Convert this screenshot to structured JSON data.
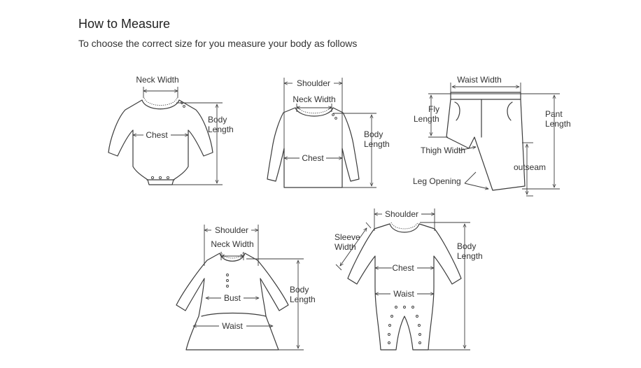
{
  "header": {
    "title": "How to Measure",
    "subtitle": "To choose the correct size for you measure your body as follows"
  },
  "bodysuit": {
    "neck_width": "Neck Width",
    "chest": "Chest",
    "body": "Body",
    "length": "Length"
  },
  "tshirt": {
    "shoulder": "Shoulder",
    "neck_width": "Neck Width",
    "chest": "Chest",
    "body": "Body",
    "length": "Length"
  },
  "pants": {
    "waist_width": "Waist Width",
    "fly": "Fly",
    "length": "Length",
    "pant": "Pant",
    "pant_length": "Length",
    "thigh_width": "Thigh Width",
    "outseam": "outseam",
    "leg_opening": "Leg Opening"
  },
  "dress": {
    "shoulder": "Shoulder",
    "neck_width": "Neck Width",
    "bust": "Bust",
    "waist": "Waist",
    "body": "Body",
    "length": "Length"
  },
  "romper": {
    "shoulder": "Shoulder",
    "sleeve": "Sleeve",
    "width": "Width",
    "chest": "Chest",
    "waist": "Waist",
    "body": "Body",
    "length": "Length"
  }
}
